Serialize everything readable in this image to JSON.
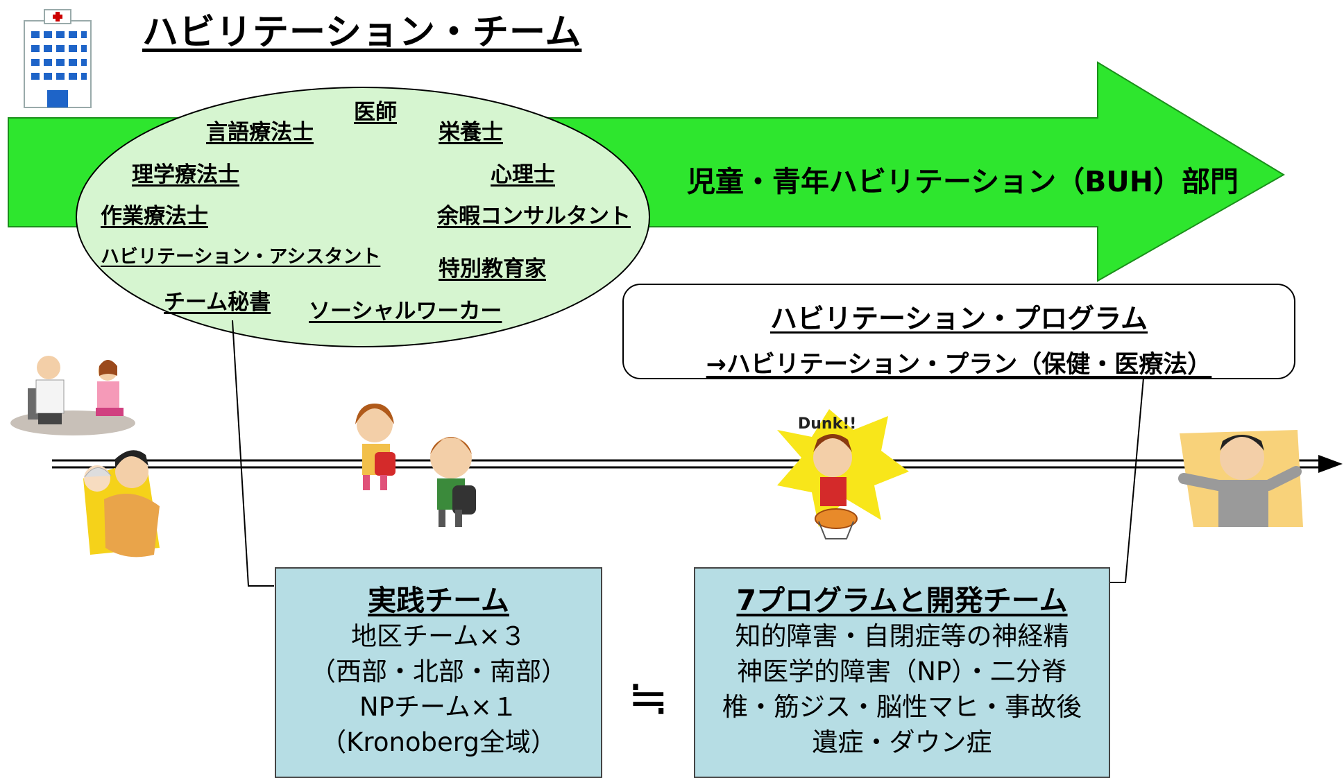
{
  "title": "ハビリテーション・チーム",
  "members": [
    "医師",
    "言語療法士",
    "栄養士",
    "理学療法士",
    "心理士",
    "作業療法士",
    "余暇コンサルタント",
    "ハビリテーション・アシスタント",
    "特別教育家",
    "チーム秘書",
    "ソーシャルワーカー"
  ],
  "department": "児童・青年ハビリテーション（BUH）部門",
  "program": {
    "title": "ハビリテーション・プログラム",
    "subtitle": "→ハビリテーション・プラン（保健・医療法）"
  },
  "practice_team": {
    "title": "実践チーム",
    "lines": [
      "地区チーム×３",
      "（西部・北部・南部）",
      "NPチーム×１",
      "（Kronoberg全域）"
    ]
  },
  "approx_symbol": "≒",
  "dev_team": {
    "title": "7プログラムと開発チーム",
    "lines": [
      "知的障害・自閉症等の神経精",
      "神医学的障害（NP）・二分脊",
      "椎・筋ジス・脳性マヒ・事故後",
      "遺症・ダウン症"
    ]
  },
  "illustration_text": "Dunk!!",
  "colors": {
    "arrow_green": "#2ee62e",
    "ellipse_fill": "#d6f5d0",
    "team_box": "#b6dde4"
  }
}
